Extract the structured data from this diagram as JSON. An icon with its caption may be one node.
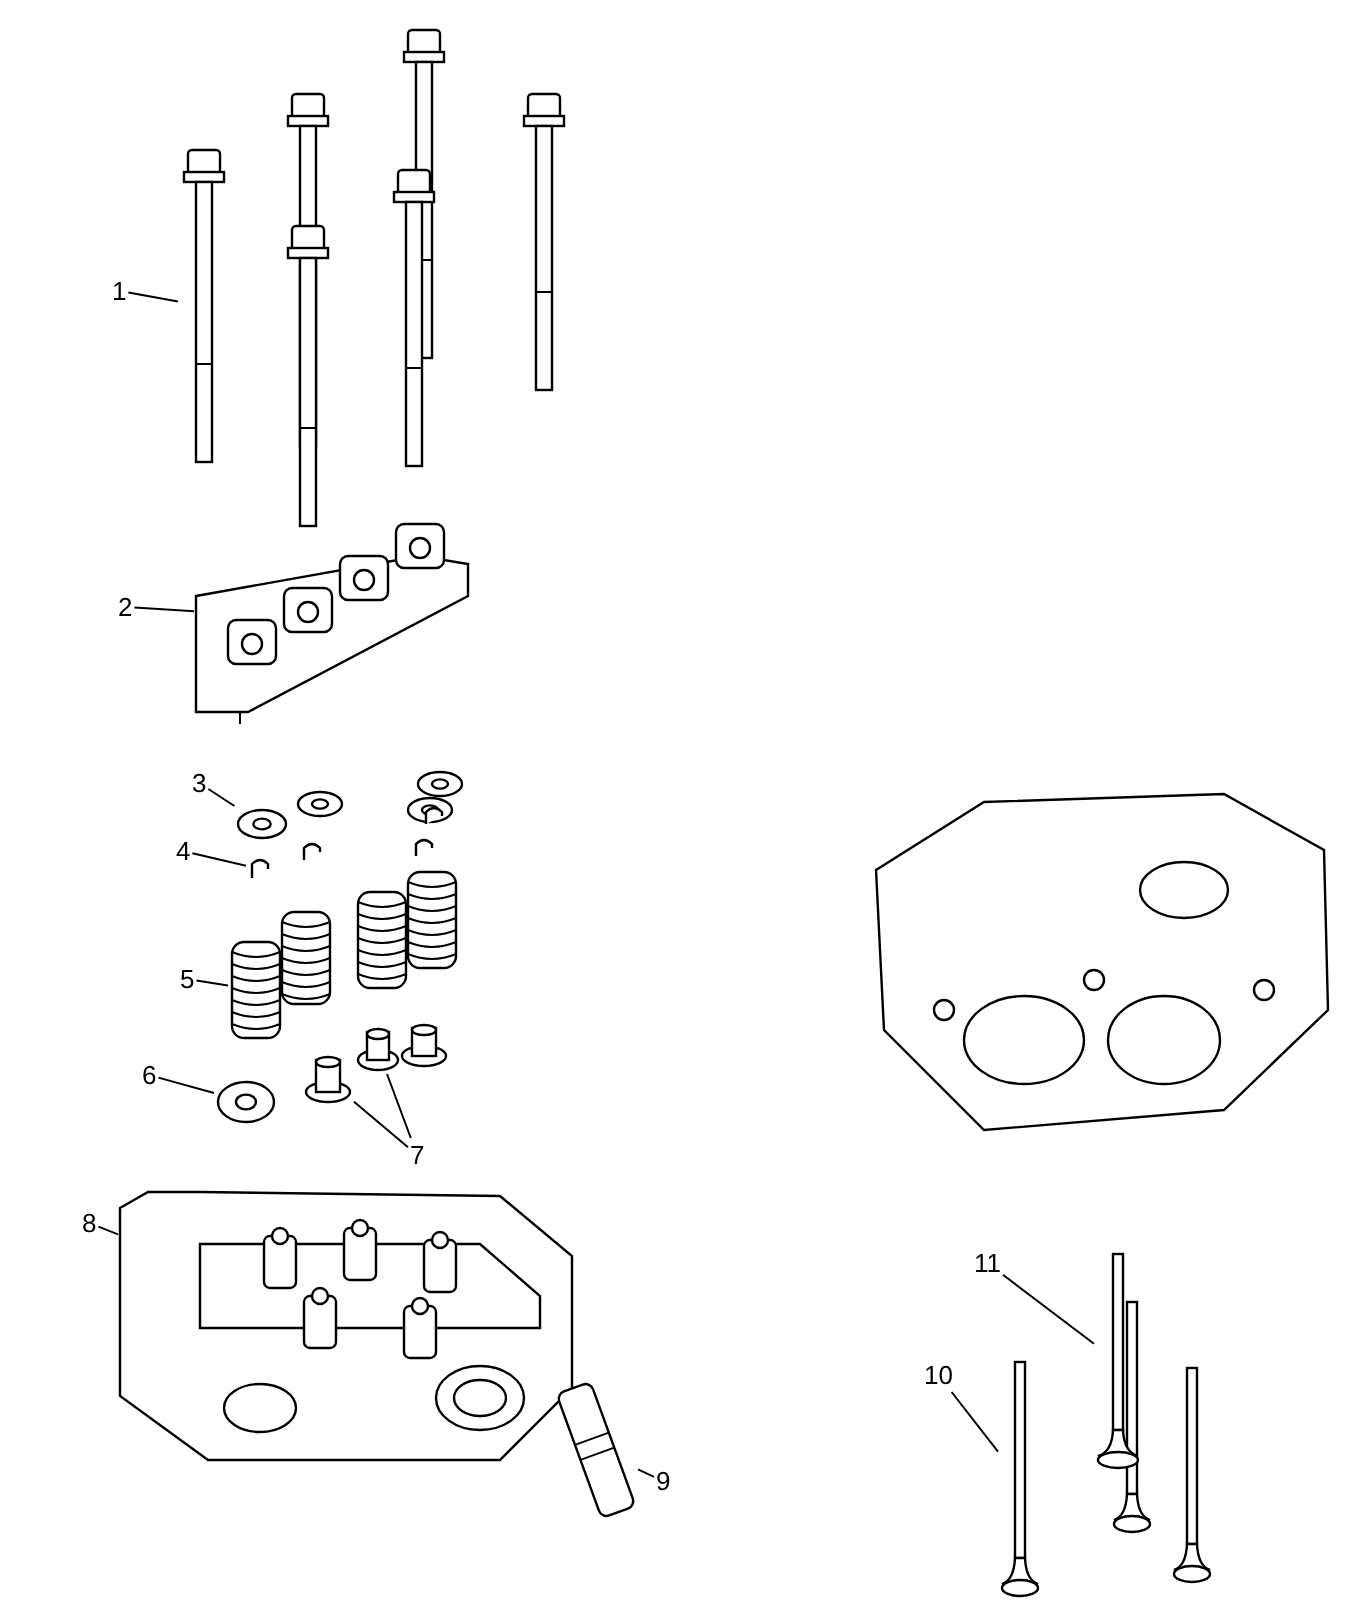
{
  "diagram": {
    "nodes": [
      {
        "text": [
          "1"
        ]
      },
      {
        "text": [],
        "shape": "picture"
      },
      {
        "text": [
          "2"
        ]
      },
      {
        "text": [],
        "shape": "picture"
      },
      {
        "text": [
          "3"
        ]
      },
      {
        "text": [],
        "shape": "picture"
      },
      {
        "text": [
          "4"
        ]
      },
      {
        "text": [],
        "shape": "picture"
      },
      {
        "text": [
          "5"
        ]
      },
      {
        "text": [],
        "shape": "picture"
      },
      {
        "text": [
          "6"
        ]
      },
      {
        "text": [],
        "shape": "picture"
      },
      {
        "text": [
          "7"
        ]
      },
      {
        "text": [],
        "shape": "picture"
      },
      {
        "text": [],
        "shape": "picture"
      },
      {
        "text": [
          "8"
        ]
      },
      {
        "text": [],
        "shape": "picture"
      },
      {
        "text": [
          "9"
        ]
      },
      {
        "text": [],
        "shape": "picture"
      },
      {
        "text": [
          "10"
        ]
      },
      {
        "text": [],
        "shape": "picture"
      },
      {
        "text": [
          "11"
        ]
      },
      {
        "text": [],
        "shape": "picture"
      }
    ],
    "edges": [
      {
        "from": 0,
        "to": 1,
        "arrow": "none"
      },
      {
        "from": 2,
        "to": 3,
        "arrow": "none"
      },
      {
        "from": 4,
        "to": 5,
        "arrow": "none"
      },
      {
        "from": 6,
        "to": 7,
        "arrow": "none"
      },
      {
        "from": 8,
        "to": 9,
        "arrow": "none"
      },
      {
        "from": 10,
        "to": 11,
        "arrow": "none"
      },
      {
        "from": 12,
        "to": 13,
        "arrow": "none"
      },
      {
        "from": 12,
        "to": 14,
        "arrow": "none"
      },
      {
        "from": 15,
        "to": 16,
        "arrow": "none"
      },
      {
        "from": 17,
        "to": 18,
        "arrow": "none"
      },
      {
        "from": 19,
        "to": 20,
        "arrow": "none"
      },
      {
        "from": 21,
        "to": 22,
        "arrow": "none"
      }
    ]
  }
}
